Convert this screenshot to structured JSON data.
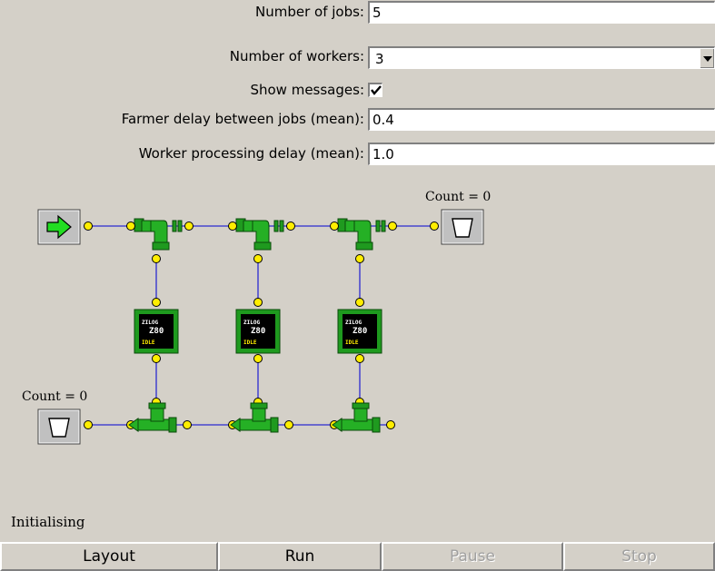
{
  "form": {
    "jobs_label": "Number of jobs:",
    "jobs_value": "5",
    "workers_label": "Number of workers:",
    "workers_value": "3",
    "messages_label": "Show messages:",
    "messages_checked": true,
    "farmer_delay_label": "Farmer delay between jobs (mean):",
    "farmer_delay_value": "0.4",
    "worker_delay_label": "Worker processing delay (mean):",
    "worker_delay_value": "1.0"
  },
  "diagram": {
    "output_count_label": "Count = 0",
    "collector_count_label": "Count = 0",
    "chip_brand": "ZILOG",
    "chip_model": "Z80",
    "chip_state": "IDLE",
    "worker_count": 3
  },
  "status_text": "Initialising",
  "buttons": {
    "layout": "Layout",
    "run": "Run",
    "pause": "Pause",
    "stop": "Stop"
  },
  "colors": {
    "background": "#d4d0c8",
    "pipe_green": "#1f9a1f",
    "connector_yellow": "#ffee00",
    "wire_blue": "#2a2ad0",
    "chip_border": "#1e9a1e"
  }
}
